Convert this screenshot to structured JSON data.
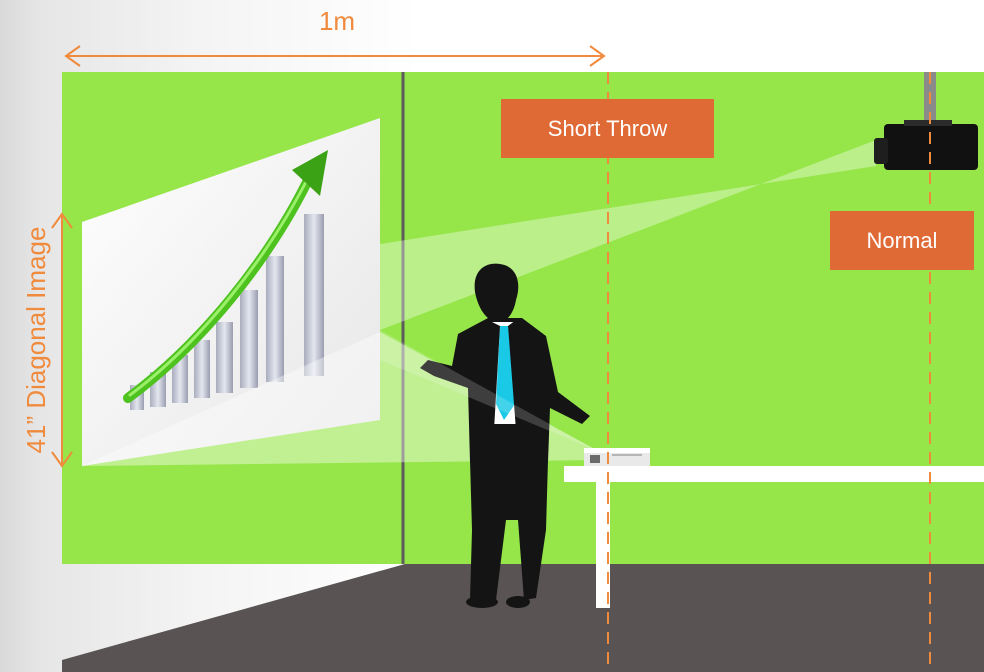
{
  "labels": {
    "short_throw": "Short Throw",
    "normal": "Normal",
    "width_dimension": "1m",
    "diagonal_dimension": "41” Diagonal Image"
  },
  "colors": {
    "wall": "#96e64a",
    "floor": "#595353",
    "label_background": "#e06a35",
    "dimension": "#f08a3c",
    "arrow": "#4ec21e",
    "tie": "#19c9e6"
  }
}
